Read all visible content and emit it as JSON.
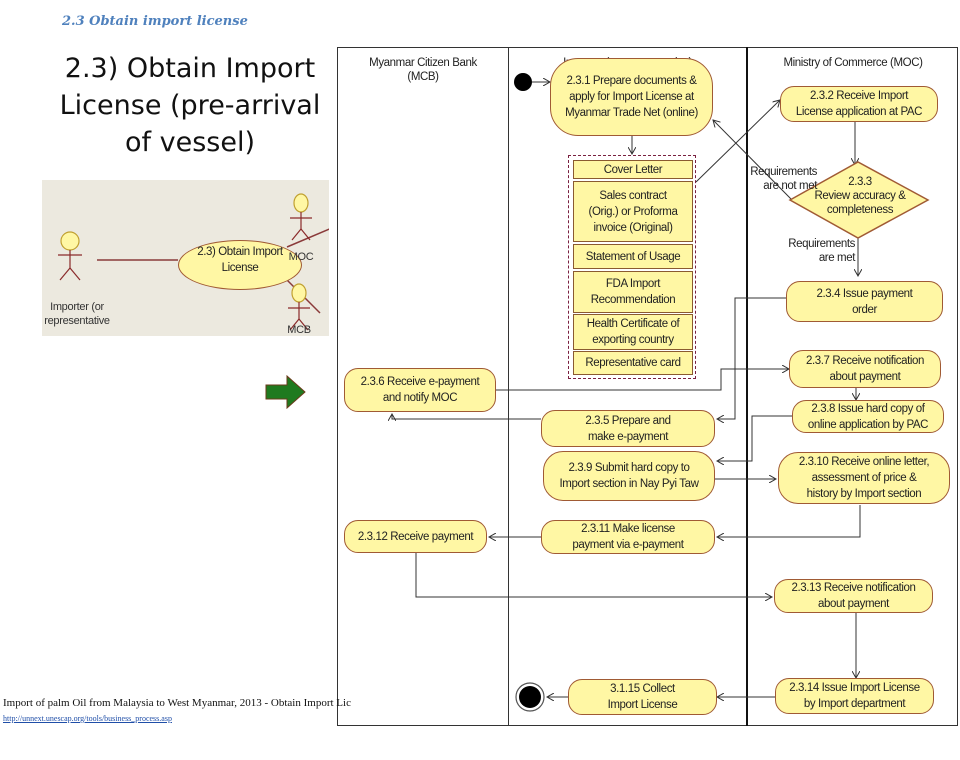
{
  "section_heading": "2.3 Obtain import license",
  "slide_title": "2.3) Obtain Import\nLicense (pre-arrival\nof vessel)",
  "use_case": {
    "use_case_label": "2.3) Obtain Import\nLicense",
    "actors": [
      {
        "id": "importer",
        "label": "Importer (or\nrepresentative"
      },
      {
        "id": "moc",
        "label": "MOC"
      },
      {
        "id": "mcb",
        "label": "MCB"
      }
    ]
  },
  "swimlanes": [
    {
      "id": "mcb",
      "title": "Myanmar Citizen Bank\n(MCB)"
    },
    {
      "id": "importer",
      "title": "Importer (or representative)"
    },
    {
      "id": "moc",
      "title": "Ministry of Commerce (MOC)"
    }
  ],
  "activities": {
    "a231": "2.3.1 Prepare documents &\napply for  Import License  at\nMyanmar Trade Net (online)",
    "a232": "2.3.2 Receive Import\nLicense application at PAC",
    "a233": "2.3.3\nReview accuracy &\ncompleteness",
    "a234": "2.3.4 Issue payment\norder",
    "a235": "2.3.5 Prepare and\nmake  e-payment",
    "a236": "2.3.6 Receive e-payment\nand notify MOC",
    "a237": "2.3.7 Receive notification\nabout payment",
    "a238": "2.3.8 Issue hard copy of\nonline application by PAC",
    "a239": "2.3.9 Submit hard copy to\nImport section in Nay Pyi Taw",
    "a2310": "2.3.10 Receive online letter,\nassessment of price &\nhistory by Import section",
    "a2311": "2.3.11 Make license\npayment via e-payment",
    "a2312": "2.3.12 Receive payment",
    "a2313": "2.3.13 Receive notification\nabout payment",
    "a2314": "2.3.14 Issue Import License\nby Import department",
    "a3115": "3.1.15 Collect\nImport License"
  },
  "documents": [
    "Cover Letter",
    "Sales contract\n(Orig.) or  Proforma\ninvoice (Original)",
    "Statement of Usage",
    "FDA Import\nRecommendation",
    "Health Certificate of\nexporting country",
    "Representative card"
  ],
  "guards": {
    "not_met": "Requirements\nare not met",
    "met": "Requirements\nare met"
  },
  "footer": {
    "caption": "Import of palm Oil from Malaysia to West Myanmar, 2013 - Obtain Import Lic",
    "link": "http://unnext.unescap.org/tools/business_process.asp"
  },
  "colors": {
    "heading_blue": "#4f81bd",
    "node_fill": "#fff7a4",
    "node_border": "#a05a34",
    "panel_bg": "#ece9df",
    "arrow_green": "#1f7a1f",
    "link_blue": "#1f4ea8"
  }
}
